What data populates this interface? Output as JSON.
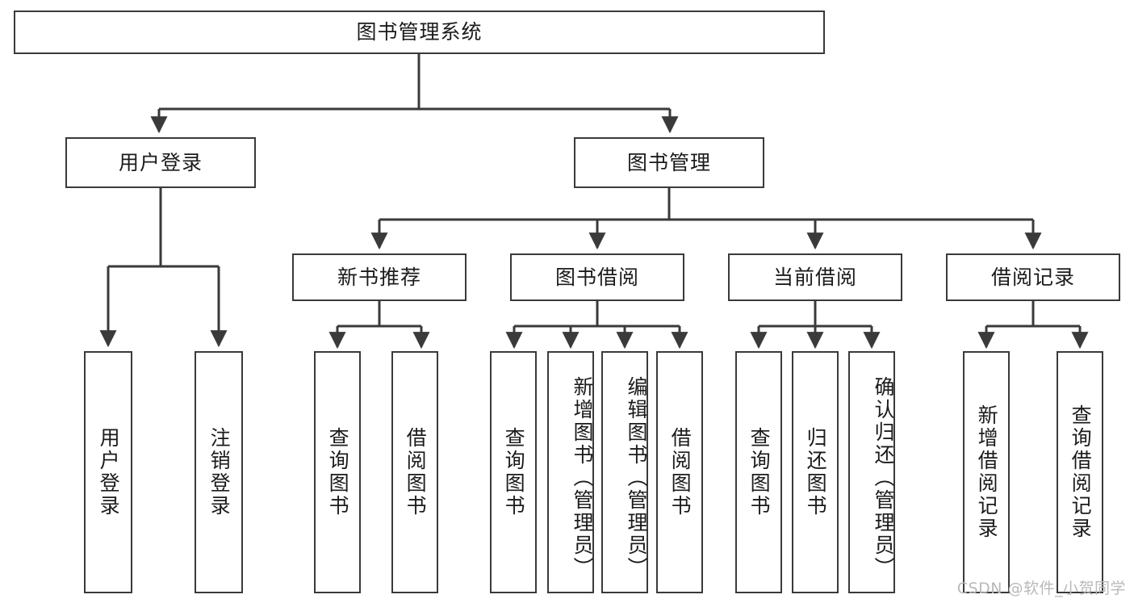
{
  "diagram": {
    "type": "tree",
    "title": "图书管理系统",
    "root": {
      "id": "root",
      "label": "图书管理系统"
    },
    "level2": [
      {
        "id": "user-login",
        "label": "用户登录"
      },
      {
        "id": "book-manage",
        "label": "图书管理"
      }
    ],
    "level3": [
      {
        "id": "new-book-rec",
        "label": "新书推荐",
        "parent": "book-manage"
      },
      {
        "id": "book-borrow",
        "label": "图书借阅",
        "parent": "book-manage"
      },
      {
        "id": "current-borrow",
        "label": "当前借阅",
        "parent": "book-manage"
      },
      {
        "id": "borrow-record",
        "label": "借阅记录",
        "parent": "book-manage"
      }
    ],
    "leaves": [
      {
        "id": "leaf-user-login",
        "label": "用户登录",
        "parent": "user-login"
      },
      {
        "id": "leaf-user-logout",
        "label": "注销登录",
        "parent": "user-login"
      },
      {
        "id": "leaf-query-book-1",
        "label": "查询图书",
        "parent": "new-book-rec"
      },
      {
        "id": "leaf-borrow-book-1",
        "label": "借阅图书",
        "parent": "new-book-rec"
      },
      {
        "id": "leaf-query-book-2",
        "label": "查询图书",
        "parent": "book-borrow"
      },
      {
        "id": "leaf-add-book",
        "label": "新增图书（管理员）",
        "parent": "book-borrow"
      },
      {
        "id": "leaf-edit-book",
        "label": "编辑图书（管理员）",
        "parent": "book-borrow"
      },
      {
        "id": "leaf-borrow-book-2",
        "label": "借阅图书",
        "parent": "book-borrow"
      },
      {
        "id": "leaf-query-book-3",
        "label": "查询图书",
        "parent": "current-borrow"
      },
      {
        "id": "leaf-return-book",
        "label": "归还图书",
        "parent": "current-borrow"
      },
      {
        "id": "leaf-confirm-return",
        "label": "确认归还（管理员）",
        "parent": "current-borrow"
      },
      {
        "id": "leaf-add-record",
        "label": "新增借阅记录",
        "parent": "borrow-record"
      },
      {
        "id": "leaf-query-record",
        "label": "查询借阅记录",
        "parent": "borrow-record"
      }
    ],
    "colors": {
      "stroke": "#3a3a3a",
      "fill": "#ffffff",
      "text": "#1b1b1b",
      "watermark": "#b9b9b9"
    }
  },
  "watermark": {
    "text": "CSDN @软件_小贺同学"
  }
}
